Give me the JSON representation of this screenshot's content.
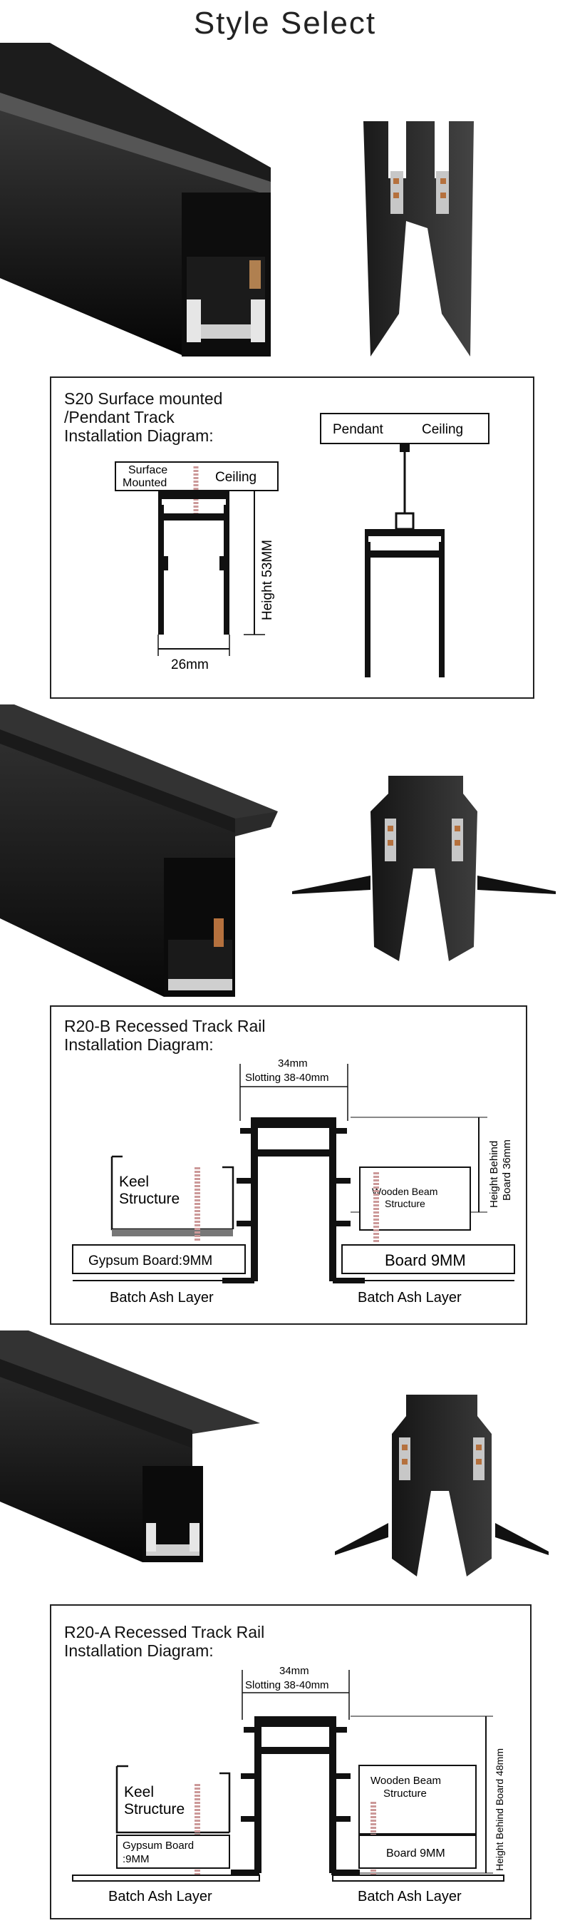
{
  "page": {
    "title": "Style Select"
  },
  "s20": {
    "title_line1": "S20 Surface mounted",
    "title_line2": "/Pendant Track",
    "title_line3": "Installation Diagram:",
    "surface_label_line1": "Surface",
    "surface_label_line2": "Mounted",
    "ceiling_label": "Ceiling",
    "pendant_label": "Pendant",
    "pendant_ceiling_label": "Ceiling",
    "height_label": "Height 53MM",
    "width_label": "26mm"
  },
  "r20b": {
    "title_line1": "R20-B Recessed Track Rail",
    "title_line2": "Installation Diagram:",
    "top_width": "34mm",
    "slotting": "Slotting 38-40mm",
    "height_line1": "Height Behind",
    "height_line2": "Board 36mm",
    "keel_line1": "Keel",
    "keel_line2": "Structure",
    "wooden_line1": "Wooden Beam",
    "wooden_line2": "Structure",
    "gypsum": "Gypsum Board:9MM",
    "board": "Board 9MM",
    "batch_left": "Batch Ash Layer",
    "batch_right": "Batch Ash Layer"
  },
  "r20a": {
    "title_line1": "R20-A Recessed Track Rail",
    "title_line2": "Installation Diagram:",
    "top_width": "34mm",
    "slotting": "Slotting 38-40mm",
    "height": "Height Behind Board 48mm",
    "keel_line1": "Keel",
    "keel_line2": "Structure",
    "wooden_line1": "Wooden Beam",
    "wooden_line2": "Structure",
    "gypsum_line1": "Gypsum Board",
    "gypsum_line2": ":9MM",
    "board": "Board 9MM",
    "batch_left": "Batch Ash Layer",
    "batch_right": "Batch Ash Layer"
  }
}
